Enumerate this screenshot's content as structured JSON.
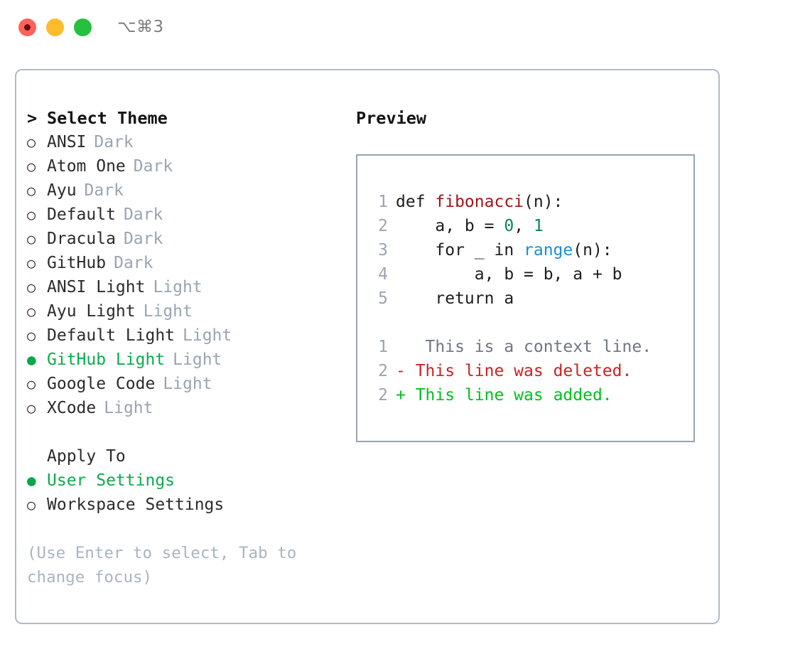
{
  "titlebar": {
    "shortcut": "⌥⌘3",
    "buttons": [
      {
        "name": "close",
        "color": "#ff625a"
      },
      {
        "name": "minimize",
        "color": "#fdbc2c"
      },
      {
        "name": "zoom",
        "color": "#25c03e"
      }
    ]
  },
  "theme_picker": {
    "heading": "Select Theme",
    "caret": ">",
    "marker_unselected": "○",
    "marker_selected": "●",
    "items": [
      {
        "label": "ANSI",
        "tag": "Dark",
        "selected": false
      },
      {
        "label": "Atom One",
        "tag": "Dark",
        "selected": false
      },
      {
        "label": "Ayu",
        "tag": "Dark",
        "selected": false
      },
      {
        "label": "Default",
        "tag": "Dark",
        "selected": false
      },
      {
        "label": "Dracula",
        "tag": "Dark",
        "selected": false
      },
      {
        "label": "GitHub",
        "tag": "Dark",
        "selected": false
      },
      {
        "label": "ANSI Light",
        "tag": "Light",
        "selected": false
      },
      {
        "label": "Ayu Light",
        "tag": "Light",
        "selected": false
      },
      {
        "label": "Default Light",
        "tag": "Light",
        "selected": false
      },
      {
        "label": "GitHub Light",
        "tag": "Light",
        "selected": true
      },
      {
        "label": "Google Code",
        "tag": "Light",
        "selected": false
      },
      {
        "label": "XCode",
        "tag": "Light",
        "selected": false
      }
    ]
  },
  "apply_to": {
    "title": "Apply To",
    "items": [
      {
        "label": "User Settings",
        "selected": true
      },
      {
        "label": "Workspace Settings",
        "selected": false
      }
    ]
  },
  "hint": "(Use Enter to select, Tab to change focus)",
  "preview": {
    "title": "Preview",
    "code_lines": [
      {
        "no": "1",
        "tokens": [
          {
            "t": "def ",
            "k": "plain"
          },
          {
            "t": "fibonacci",
            "k": "fn"
          },
          {
            "t": "(n):",
            "k": "plain"
          }
        ]
      },
      {
        "no": "2",
        "tokens": [
          {
            "t": "    a, b = ",
            "k": "plain"
          },
          {
            "t": "0",
            "k": "num"
          },
          {
            "t": ", ",
            "k": "plain"
          },
          {
            "t": "1",
            "k": "num"
          }
        ]
      },
      {
        "no": "3",
        "tokens": [
          {
            "t": "    for _ in ",
            "k": "plain"
          },
          {
            "t": "range",
            "k": "bi"
          },
          {
            "t": "(n):",
            "k": "plain"
          }
        ]
      },
      {
        "no": "4",
        "tokens": [
          {
            "t": "        a, b = b, a + b",
            "k": "plain"
          }
        ]
      },
      {
        "no": "5",
        "tokens": [
          {
            "t": "    return a",
            "k": "plain"
          }
        ]
      }
    ],
    "diff_lines": [
      {
        "no": "1",
        "sign": " ",
        "text": "  This is a context line.",
        "kind": "context"
      },
      {
        "no": "2",
        "sign": "-",
        "text": " This line was deleted.",
        "kind": "deleted"
      },
      {
        "no": "2",
        "sign": "+",
        "text": " This line was added.",
        "kind": "added"
      }
    ]
  },
  "colors": {
    "accent_green": "#0bab4d",
    "muted": "#9aa4b2",
    "panel_border": "#b2bac6",
    "preview_border": "#98a2b3",
    "diff_deleted": "#cc2222",
    "diff_added": "#00c020",
    "token_function": "#a31515",
    "token_number": "#098658",
    "token_builtin": "#1a8fd1"
  }
}
